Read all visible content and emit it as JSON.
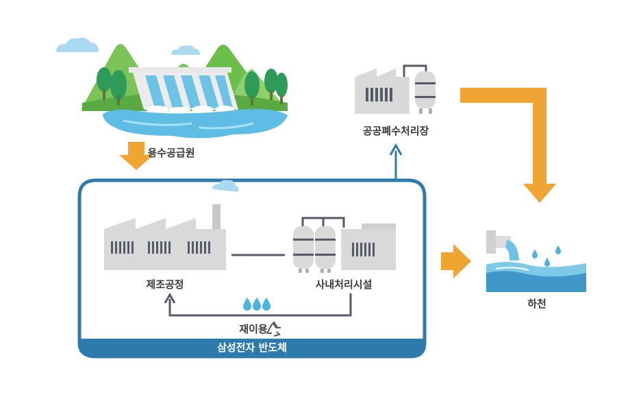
{
  "labels": {
    "water_supply": "용수공급원",
    "public_wastewater": "공공폐수처리장",
    "manufacturing": "제조공정",
    "onsite_treatment": "사내처리시설",
    "reuse": "재이용",
    "company": "삼성전자 반도체",
    "river": "하천"
  },
  "colors": {
    "frame_blue": "#2d7aad",
    "arrow_orange": "#f0a431",
    "factory_gray": "#d9d9d9",
    "water_blue": "#6cc3e6",
    "mountain_green": "#6abf4b"
  },
  "icons": [
    "dam-icon",
    "factory-icon",
    "treatment-tank-icon",
    "recycle-icon",
    "water-drop-icon",
    "outfall-pipe-icon"
  ]
}
